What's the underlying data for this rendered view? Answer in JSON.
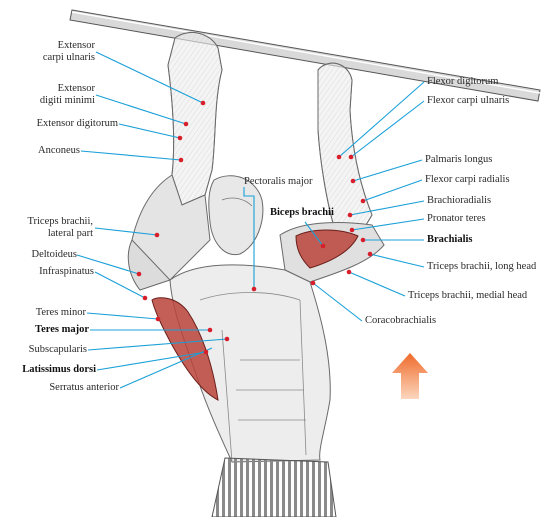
{
  "labels_left": [
    {
      "id": "extensor-carpi-ulnaris",
      "text": "Extensor\ncarpi ulnaris",
      "bold": false
    },
    {
      "id": "extensor-digiti-minimi",
      "text": "Extensor\ndigiti minimi",
      "bold": false
    },
    {
      "id": "extensor-digitorum",
      "text": "Extensor digitorum",
      "bold": false
    },
    {
      "id": "anconeus",
      "text": "Anconeus",
      "bold": false
    },
    {
      "id": "triceps-lateral",
      "text": "Triceps brachii,\nlateral part",
      "bold": false
    },
    {
      "id": "deltoideus",
      "text": "Deltoideus",
      "bold": false
    },
    {
      "id": "infraspinatus",
      "text": "Infraspinatus",
      "bold": false
    },
    {
      "id": "teres-minor",
      "text": "Teres minor",
      "bold": false
    },
    {
      "id": "teres-major",
      "text": "Teres major",
      "bold": true
    },
    {
      "id": "subscapularis",
      "text": "Subscapularis",
      "bold": false
    },
    {
      "id": "latissimus-dorsi",
      "text": "Latissimus dorsi",
      "bold": true
    },
    {
      "id": "serratus-anterior",
      "text": "Serratus anterior",
      "bold": false
    }
  ],
  "labels_center": [
    {
      "id": "pectoralis-major",
      "text": "Pectoralis major",
      "bold": false
    },
    {
      "id": "biceps-brachii",
      "text": "Biceps brachii",
      "bold": true
    }
  ],
  "labels_right": [
    {
      "id": "flexor-digitorum",
      "text": "Flexor digitorum",
      "bold": false
    },
    {
      "id": "flexor-carpi-ulnaris",
      "text": "Flexor carpi ulnaris",
      "bold": false
    },
    {
      "id": "palmaris-longus",
      "text": "Palmaris longus",
      "bold": false
    },
    {
      "id": "flexor-carpi-radialis",
      "text": "Flexor carpi radialis",
      "bold": false
    },
    {
      "id": "brachioradialis",
      "text": "Brachioradialis",
      "bold": false
    },
    {
      "id": "pronator-teres",
      "text": "Pronator teres",
      "bold": false
    },
    {
      "id": "brachialis",
      "text": "Brachialis",
      "bold": true
    },
    {
      "id": "triceps-long-head",
      "text": "Triceps brachii, long head",
      "bold": false
    },
    {
      "id": "triceps-medial-head",
      "text": "Triceps brachii, medial head",
      "bold": false
    },
    {
      "id": "coracobrachialis",
      "text": "Coracobrachialis",
      "bold": false
    }
  ],
  "colors": {
    "leader_line": "#1aa0d8",
    "marker_dot": "#d81e2a",
    "highlight_muscle": "#b8433a",
    "arrow": "#f07a3c",
    "sketch": "#6a6a6a"
  },
  "icons": {
    "arrow": "up-arrow-icon"
  }
}
